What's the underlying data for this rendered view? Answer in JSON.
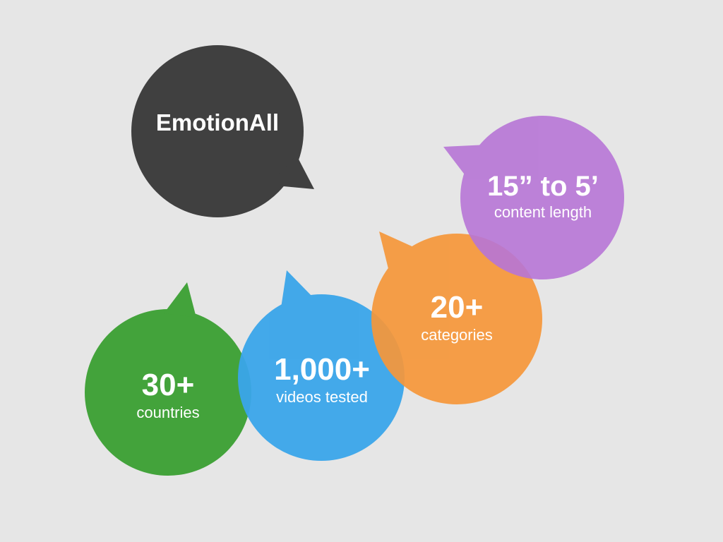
{
  "title": "EmotionAll",
  "stats": [
    {
      "value": "30+",
      "caption": "countries"
    },
    {
      "value": "1,000+",
      "caption": "videos tested"
    },
    {
      "value": "20+",
      "caption": "categories"
    },
    {
      "value": "15” to 5’",
      "caption": "content length"
    }
  ],
  "colors": {
    "background": "#e6e6e6",
    "title_bubble": "#404040",
    "green": "#43a33b",
    "blue": "#3aa5ea",
    "orange": "#f6973a",
    "purple": "#b776d6"
  }
}
